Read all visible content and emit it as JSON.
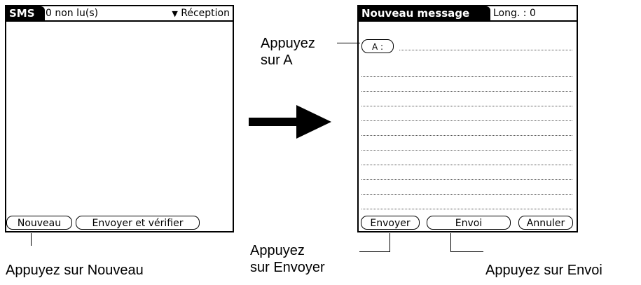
{
  "left_screen": {
    "app_label": "SMS",
    "unread": "0 non lu(s)",
    "folder": "Réception",
    "buttons": {
      "new": "Nouveau",
      "send_check": "Envoyer et vérifier"
    }
  },
  "right_screen": {
    "title": "Nouveau message",
    "length": "Long. : 0",
    "to_label": "A :",
    "buttons": {
      "send": "Envoyer",
      "mode": "Envoi",
      "cancel": "Annuler"
    }
  },
  "captions": {
    "tap_a": "Appuyez\nsur A",
    "tap_new": "Appuyez sur Nouveau",
    "tap_send": "Appuyez\nsur Envoyer",
    "tap_envoi": "Appuyez sur Envoi"
  },
  "icons": {
    "arrow": "right-arrow-icon",
    "dropdown": "triangle-down-icon"
  }
}
